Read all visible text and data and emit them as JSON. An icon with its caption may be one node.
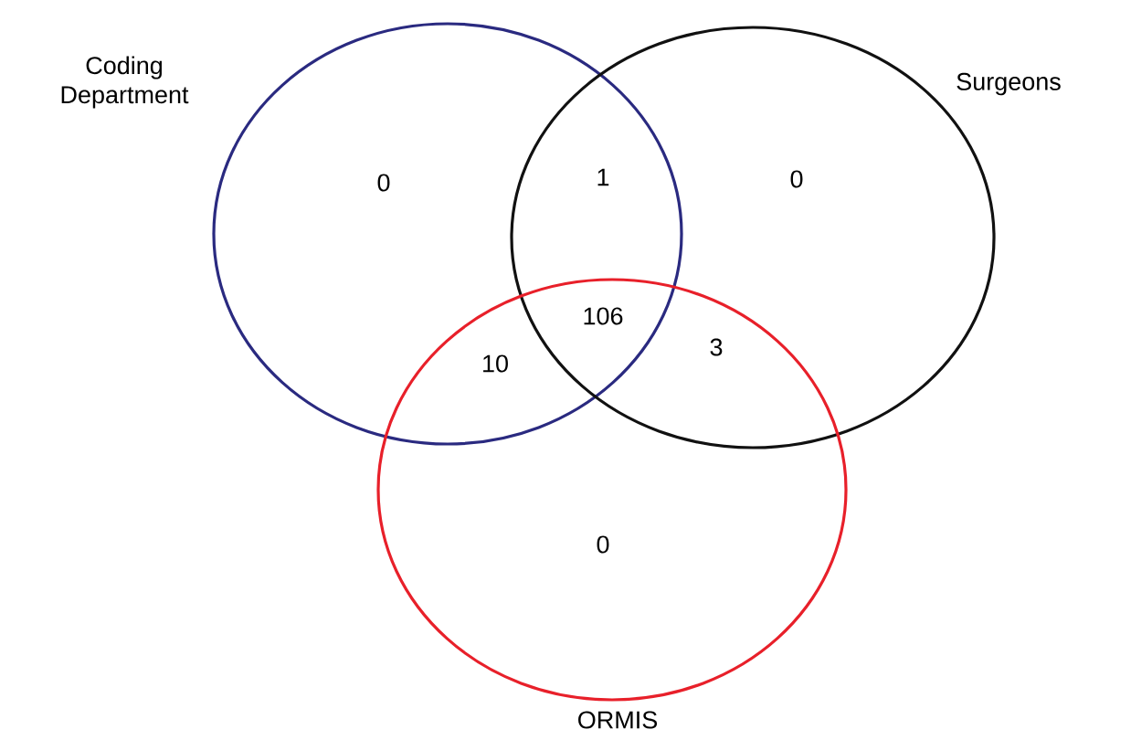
{
  "diagram": {
    "nodes": [
      {
        "text": [
          "Coding Department"
        ]
      },
      {
        "text": [
          "Surgeons"
        ]
      },
      {
        "text": [
          "ORMIS"
        ]
      }
    ],
    "labels": [
      "0",
      "1",
      "0",
      "106",
      "10",
      "3",
      "0"
    ]
  }
}
